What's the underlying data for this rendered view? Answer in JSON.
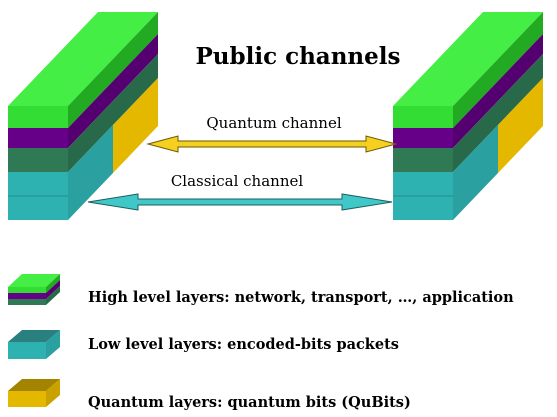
{
  "title": "Public channels",
  "channels": {
    "quantum": "Quantum channel",
    "classical": "Classical channel"
  },
  "legend": [
    {
      "key": "high",
      "label": "High level layers: network, transport, …, application"
    },
    {
      "key": "low",
      "label": "Low level layers: encoded-bits packets"
    },
    {
      "key": "quantum",
      "label": "Quantum layers: quantum bits (QuBits)"
    }
  ],
  "colors": {
    "green_light": "#33dd33",
    "green": "#22aa22",
    "purple": "#660088",
    "dark_green": "#2f7a55",
    "teal": "#2eb1b1",
    "gold": "#e5b800",
    "quantum_arrow": "#f5d020",
    "classical_arrow": "#40c8c8"
  }
}
